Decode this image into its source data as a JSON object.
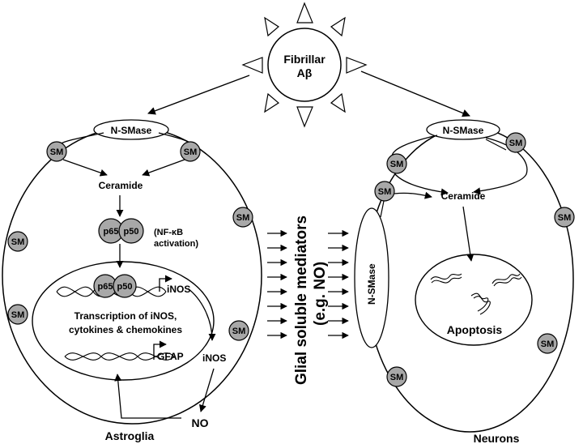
{
  "stimulus": {
    "line1": "Fibrillar",
    "line2": "Aβ"
  },
  "astroglia": {
    "label": "Astroglia",
    "nsmase": "N-SMase",
    "sm": "SM",
    "ceramide": "Ceramide",
    "p65": "p65",
    "p50": "p50",
    "nfkb_line1": "(NF-κB",
    "nfkb_line2": "activation)",
    "inos_gene": "iNOS",
    "transcription_line1": "Transcription of iNOS,",
    "transcription_line2": "cytokines & chemokines",
    "gfap": "GFAP",
    "inos_protein": "iNOS",
    "no": "NO"
  },
  "mediators": {
    "line1": "Glial soluble mediators",
    "line2": "(e.g. NO)"
  },
  "neurons": {
    "label": "Neurons",
    "nsmase_top": "N-SMase",
    "nsmase_side": "N-SMase",
    "sm": "SM",
    "ceramide": "Ceramide",
    "apoptosis": "Apoptosis"
  }
}
